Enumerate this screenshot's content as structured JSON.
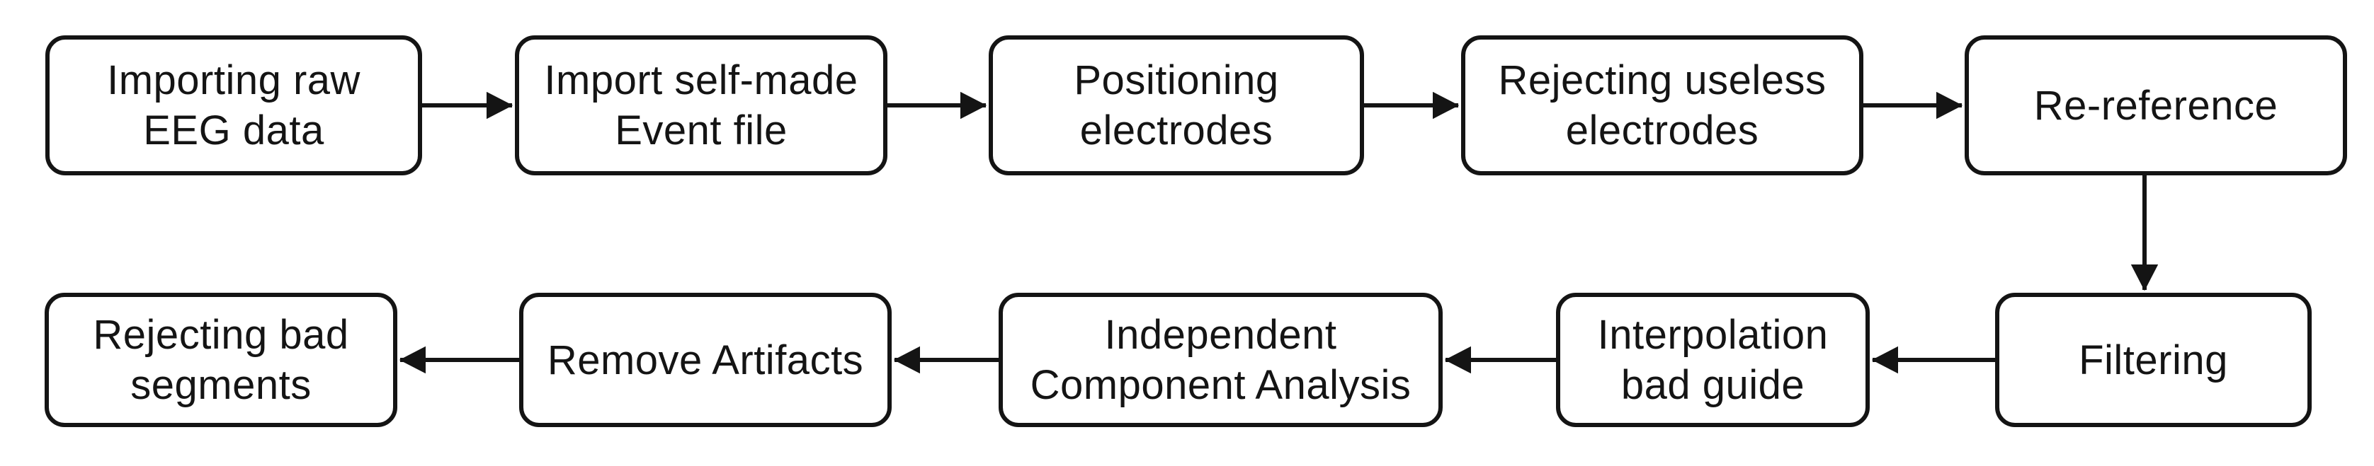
{
  "diagram": {
    "type": "flowchart",
    "background_color": "#ffffff",
    "line_color": "#141414",
    "box_fill_color": "#ffffff",
    "nodes": [
      {
        "id": "importing-raw-eeg-data",
        "label": "Importing raw\nEEG data"
      },
      {
        "id": "import-self-made-event-file",
        "label": "Import self-made\nEvent file"
      },
      {
        "id": "positioning-electrodes",
        "label": "Positioning\nelectrodes"
      },
      {
        "id": "rejecting-useless-electrodes",
        "label": "Rejecting useless\nelectrodes"
      },
      {
        "id": "re-reference",
        "label": "Re-reference"
      },
      {
        "id": "filtering",
        "label": "Filtering"
      },
      {
        "id": "interpolation-bad-guide",
        "label": "Interpolation\nbad guide"
      },
      {
        "id": "independent-component-analysis",
        "label": "Independent\nComponent Analysis"
      },
      {
        "id": "remove-artifacts",
        "label": "Remove Artifacts"
      },
      {
        "id": "rejecting-bad-segments",
        "label": "Rejecting bad\nsegments"
      }
    ],
    "edges": [
      {
        "from": "importing-raw-eeg-data",
        "to": "import-self-made-event-file",
        "direction": "right"
      },
      {
        "from": "import-self-made-event-file",
        "to": "positioning-electrodes",
        "direction": "right"
      },
      {
        "from": "positioning-electrodes",
        "to": "rejecting-useless-electrodes",
        "direction": "right"
      },
      {
        "from": "rejecting-useless-electrodes",
        "to": "re-reference",
        "direction": "right"
      },
      {
        "from": "re-reference",
        "to": "filtering",
        "direction": "down"
      },
      {
        "from": "filtering",
        "to": "interpolation-bad-guide",
        "direction": "left"
      },
      {
        "from": "interpolation-bad-guide",
        "to": "independent-component-analysis",
        "direction": "left"
      },
      {
        "from": "independent-component-analysis",
        "to": "remove-artifacts",
        "direction": "left"
      },
      {
        "from": "remove-artifacts",
        "to": "rejecting-bad-segments",
        "direction": "left"
      }
    ]
  }
}
